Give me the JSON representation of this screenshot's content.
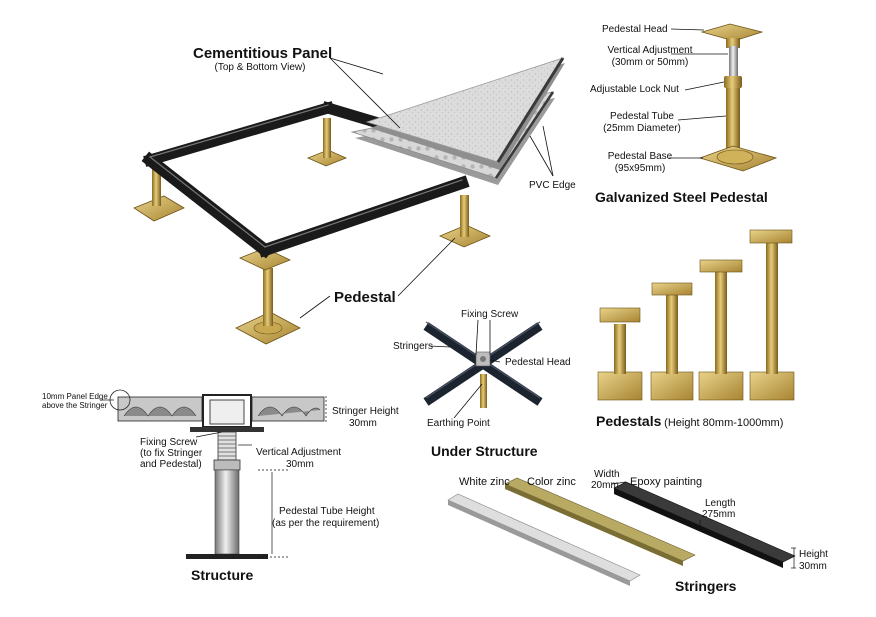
{
  "main": {
    "panel_title": "Cementitious Panel",
    "panel_subtitle": "(Top & Bottom View)",
    "pvc_edge": "PVC Edge",
    "pedestal": "Pedestal"
  },
  "galvanized": {
    "head": "Pedestal Head",
    "vertical_adj_1": "Vertical Adjustment",
    "vertical_adj_2": "(30mm or 50mm)",
    "lock_nut": "Adjustable Lock Nut",
    "tube_1": "Pedestal Tube",
    "tube_2": "(25mm Diameter)",
    "base_1": "Pedestal Base",
    "base_2": "(95x95mm)",
    "title": "Galvanized Steel Pedestal"
  },
  "under": {
    "fixing_screw": "Fixing Screw",
    "stringers": "Stringers",
    "pedestal_head": "Pedestal Head",
    "earthing_point": "Earthing Point",
    "title": "Under Structure"
  },
  "pedestals": {
    "title": "Pedestals",
    "height_note": "(Height 80mm-1000mm)"
  },
  "structure": {
    "panel_edge_1": "10mm Panel Edge",
    "panel_edge_2": "above the Stringer",
    "stringer_height_1": "Stringer Height",
    "stringer_height_2": "30mm",
    "fixing_screw_1": "Fixing Screw",
    "fixing_screw_2": "(to fix Stringer",
    "fixing_screw_3": "and Pedestal)",
    "vertical_adj_1": "Vertical Adjustment",
    "vertical_adj_2": "30mm",
    "tube_height_1": "Pedestal Tube Height",
    "tube_height_2": "(as per the requirement)",
    "title": "Structure"
  },
  "stringers": {
    "white_zinc": "White zinc",
    "color_zinc": "Color zinc",
    "width_1": "Width",
    "width_2": "20mm",
    "epoxy": "Epoxy painting",
    "length_1": "Length",
    "length_2": "275mm",
    "height_1": "Height",
    "height_2": "30mm",
    "title": "Stringers"
  },
  "colors": {
    "frame": "#1a1a1a",
    "gold": "#c9a74a",
    "steel": "#b8b8b8",
    "panel": "#d6d6d6"
  }
}
